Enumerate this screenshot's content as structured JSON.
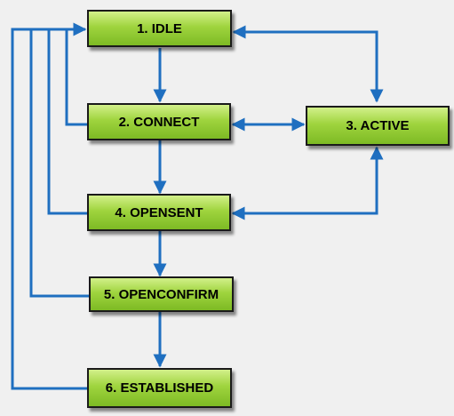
{
  "states": {
    "idle": "1. IDLE",
    "connect": "2. CONNECT",
    "active": "3. ACTIVE",
    "opensent": "4. OPENSENT",
    "openconfirm": "5. OPENCONFIRM",
    "established": "6. ESTABLISHED"
  },
  "colors": {
    "node_fill": "#9fd43e",
    "node_border": "#1a1a1a",
    "edge": "#1f6fc0",
    "background": "#f0f0f0"
  },
  "edges": [
    {
      "from": "1. IDLE",
      "to": "2. CONNECT"
    },
    {
      "from": "2. CONNECT",
      "to": "4. OPENSENT"
    },
    {
      "from": "4. OPENSENT",
      "to": "5. OPENCONFIRM"
    },
    {
      "from": "5. OPENCONFIRM",
      "to": "6. ESTABLISHED"
    },
    {
      "from": "2. CONNECT",
      "to": "3. ACTIVE",
      "bidirectional": true
    },
    {
      "from": "1. IDLE",
      "to": "3. ACTIVE",
      "bidirectional": true
    },
    {
      "from": "4. OPENSENT",
      "to": "3. ACTIVE",
      "bidirectional": true
    },
    {
      "from": "2. CONNECT",
      "to": "1. IDLE"
    },
    {
      "from": "4. OPENSENT",
      "to": "1. IDLE"
    },
    {
      "from": "5. OPENCONFIRM",
      "to": "1. IDLE"
    },
    {
      "from": "6. ESTABLISHED",
      "to": "1. IDLE"
    }
  ]
}
